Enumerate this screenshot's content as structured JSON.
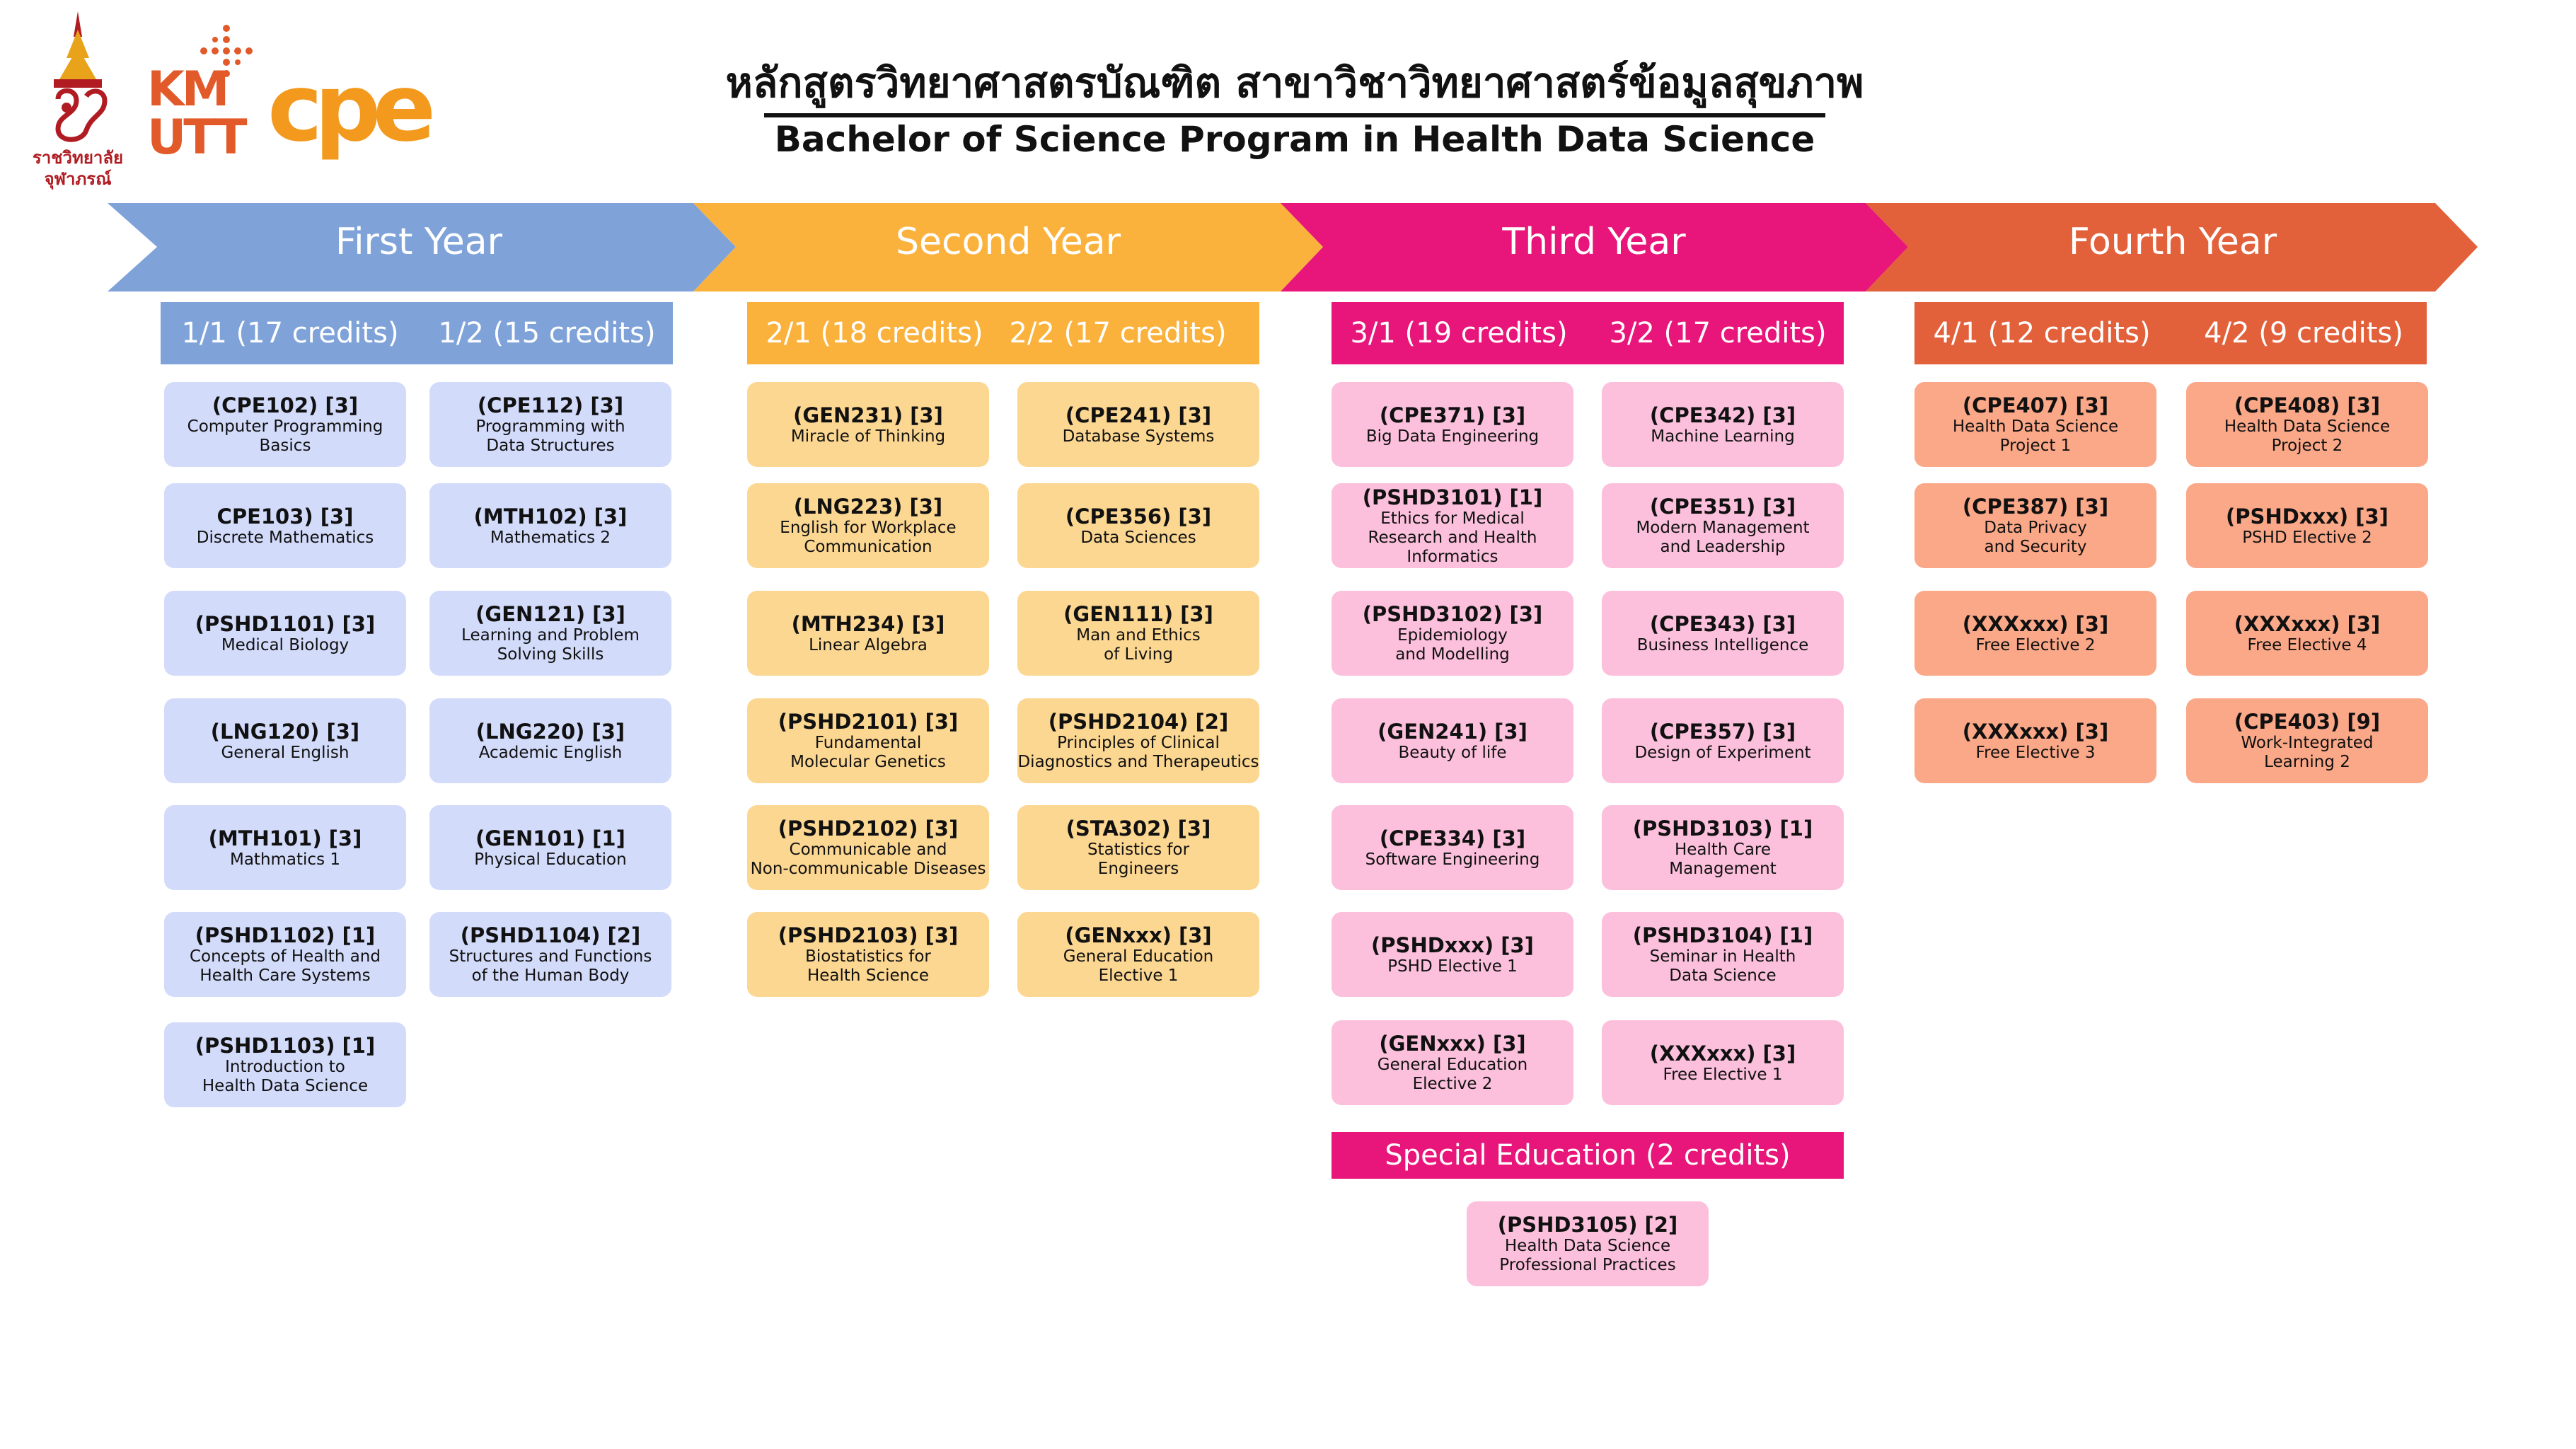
{
  "header": {
    "title_th": "หลักสูตรวิทยาศาสตรบัณฑิต สาขาวิชาวิทยาศาสตร์ข้อมูลสุขภาพ",
    "title_en": "Bachelor of Science Program in Health Data Science",
    "logo_caption_line1": "ราชวิทยาลัย",
    "logo_caption_line2": "จุฬาภรณ์",
    "logo_kmutt_top": "KM",
    "logo_kmutt_bottom": "UTT",
    "logo_cpe": "cpe"
  },
  "colors": {
    "year1": "#7fa3d9",
    "year2": "#fbb23c",
    "year3": "#e8157a",
    "year4": "#e2603a",
    "sem_bar1": "#7fa3d9",
    "sem_bar2": "#fbb23c",
    "sem_bar3": "#e8157a",
    "sem_bar4": "#e2603a",
    "card1": "#d3dbfb",
    "card2": "#fcd791",
    "card3": "#fcc0dc",
    "card4": "#fba888"
  },
  "years": [
    {
      "label": "First Year",
      "sem_a": "1/1 (17 credits)",
      "sem_b": "1/2 (15 credits)"
    },
    {
      "label": "Second Year",
      "sem_a": "2/1 (18 credits)",
      "sem_b": "2/2 (17 credits)"
    },
    {
      "label": "Third Year",
      "sem_a": "3/1 (19 credits)",
      "sem_b": "3/2 (17 credits)"
    },
    {
      "label": "Fourth Year",
      "sem_a": "4/1 (12 credits)",
      "sem_b": "4/2 (9 credits)"
    }
  ],
  "courses": {
    "y1s1": [
      {
        "code": "(CPE102) [3]",
        "name": "Computer Programming\nBasics"
      },
      {
        "code": "CPE103) [3]",
        "name": "Discrete Mathematics"
      },
      {
        "code": "(PSHD1101) [3]",
        "name": "Medical Biology"
      },
      {
        "code": "(LNG120) [3]",
        "name": "General English"
      },
      {
        "code": "(MTH101) [3]",
        "name": "Mathmatics 1"
      },
      {
        "code": "(PSHD1102) [1]",
        "name": "Concepts of Health and\nHealth Care Systems"
      },
      {
        "code": "(PSHD1103) [1]",
        "name": "Introduction to\nHealth Data Science"
      }
    ],
    "y1s2": [
      {
        "code": "(CPE112) [3]",
        "name": "Programming with\nData Structures"
      },
      {
        "code": "(MTH102) [3]",
        "name": "Mathematics 2"
      },
      {
        "code": "(GEN121) [3]",
        "name": "Learning and Problem\nSolving Skills"
      },
      {
        "code": "(LNG220) [3]",
        "name": "Academic English"
      },
      {
        "code": "(GEN101) [1]",
        "name": "Physical Education"
      },
      {
        "code": "(PSHD1104) [2]",
        "name": "Structures and Functions\nof the Human Body"
      }
    ],
    "y2s1": [
      {
        "code": "(GEN231) [3]",
        "name": "Miracle of Thinking"
      },
      {
        "code": "(LNG223) [3]",
        "name": "English for Workplace\nCommunication"
      },
      {
        "code": "(MTH234) [3]",
        "name": "Linear Algebra"
      },
      {
        "code": "(PSHD2101) [3]",
        "name": "Fundamental\nMolecular Genetics"
      },
      {
        "code": "(PSHD2102) [3]",
        "name": "Communicable and\nNon-communicable Diseases"
      },
      {
        "code": "(PSHD2103) [3]",
        "name": "Biostatistics for\nHealth Science"
      }
    ],
    "y2s2": [
      {
        "code": "(CPE241) [3]",
        "name": "Database Systems"
      },
      {
        "code": "(CPE356) [3]",
        "name": "Data Sciences"
      },
      {
        "code": "(GEN111) [3]",
        "name": "Man and Ethics\nof Living"
      },
      {
        "code": "(PSHD2104) [2]",
        "name": "Principles of Clinical\nDiagnostics and Therapeutics"
      },
      {
        "code": "(STA302) [3]",
        "name": "Statistics for\nEngineers"
      },
      {
        "code": "(GENxxx) [3]",
        "name": "General Education\nElective 1"
      }
    ],
    "y3s1": [
      {
        "code": "(CPE371) [3]",
        "name": "Big Data Engineering"
      },
      {
        "code": "(PSHD3101) [1]",
        "name": "Ethics for Medical\nResearch and Health\nInformatics"
      },
      {
        "code": "(PSHD3102) [3]",
        "name": "Epidemiology\nand Modelling"
      },
      {
        "code": "(GEN241) [3]",
        "name": "Beauty of life"
      },
      {
        "code": "(CPE334) [3]",
        "name": "Software Engineering"
      },
      {
        "code": "(PSHDxxx) [3]",
        "name": "PSHD Elective 1"
      },
      {
        "code": "(GENxxx) [3]",
        "name": "General Education\nElective 2"
      }
    ],
    "y3s2": [
      {
        "code": "(CPE342) [3]",
        "name": "Machine Learning"
      },
      {
        "code": "(CPE351) [3]",
        "name": "Modern Management\nand Leadership"
      },
      {
        "code": "(CPE343) [3]",
        "name": "Business Intelligence"
      },
      {
        "code": "(CPE357) [3]",
        "name": "Design of Experiment"
      },
      {
        "code": "(PSHD3103) [1]",
        "name": "Health Care\nManagement"
      },
      {
        "code": "(PSHD3104) [1]",
        "name": "Seminar in Health\nData Science"
      },
      {
        "code": "(XXXxxx) [3]",
        "name": "Free Elective 1"
      }
    ],
    "y4s1": [
      {
        "code": "(CPE407) [3]",
        "name": "Health Data Science\nProject 1"
      },
      {
        "code": "(CPE387) [3]",
        "name": "Data Privacy\nand Security"
      },
      {
        "code": "(XXXxxx) [3]",
        "name": "Free Elective 2"
      },
      {
        "code": "(XXXxxx) [3]",
        "name": "Free Elective 3"
      }
    ],
    "y4s2": [
      {
        "code": "(CPE408) [3]",
        "name": "Health Data Science\nProject 2"
      },
      {
        "code": "(PSHDxxx) [3]",
        "name": "PSHD Elective 2"
      },
      {
        "code": "(XXXxxx) [3]",
        "name": "Free Elective 4"
      },
      {
        "code": "(CPE403) [9]",
        "name": "Work-Integrated\nLearning 2"
      }
    ]
  },
  "special": {
    "label": "Special  Education (2 credits)",
    "course": {
      "code": "(PSHD3105) [2]",
      "name": "Health Data Science\nProfessional Practices"
    }
  }
}
